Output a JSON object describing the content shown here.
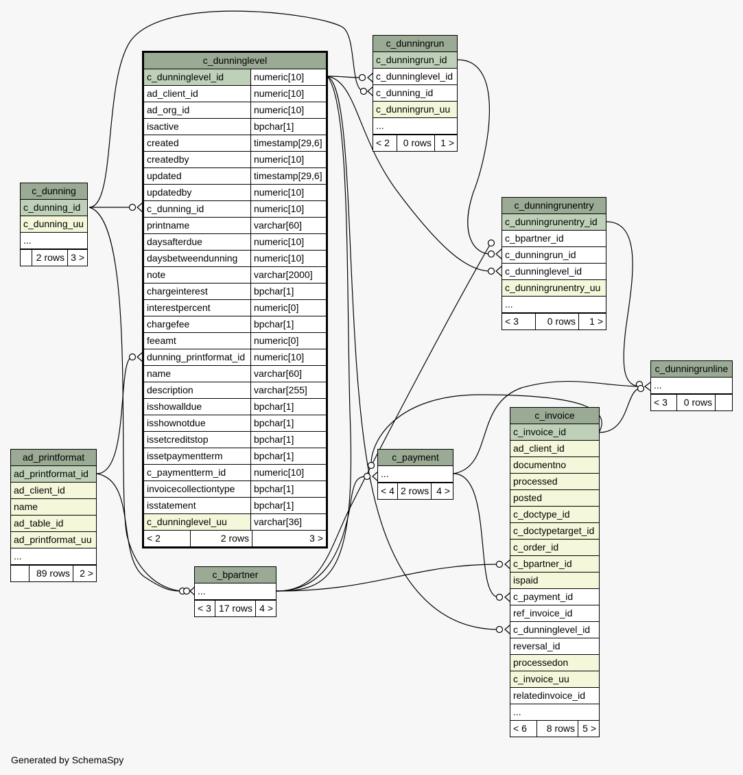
{
  "diagram_footer": "Generated by SchemaSpy",
  "tables": {
    "c_dunninglevel": {
      "name": "c_dunninglevel",
      "columns": [
        {
          "name": "c_dunninglevel_id",
          "type": "numeric[10]"
        },
        {
          "name": "ad_client_id",
          "type": "numeric[10]"
        },
        {
          "name": "ad_org_id",
          "type": "numeric[10]"
        },
        {
          "name": "isactive",
          "type": "bpchar[1]"
        },
        {
          "name": "created",
          "type": "timestamp[29,6]"
        },
        {
          "name": "createdby",
          "type": "numeric[10]"
        },
        {
          "name": "updated",
          "type": "timestamp[29,6]"
        },
        {
          "name": "updatedby",
          "type": "numeric[10]"
        },
        {
          "name": "c_dunning_id",
          "type": "numeric[10]"
        },
        {
          "name": "printname",
          "type": "varchar[60]"
        },
        {
          "name": "daysafterdue",
          "type": "numeric[10]"
        },
        {
          "name": "daysbetweendunning",
          "type": "numeric[10]"
        },
        {
          "name": "note",
          "type": "varchar[2000]"
        },
        {
          "name": "chargeinterest",
          "type": "bpchar[1]"
        },
        {
          "name": "interestpercent",
          "type": "numeric[0]"
        },
        {
          "name": "chargefee",
          "type": "bpchar[1]"
        },
        {
          "name": "feeamt",
          "type": "numeric[0]"
        },
        {
          "name": "dunning_printformat_id",
          "type": "numeric[10]"
        },
        {
          "name": "name",
          "type": "varchar[60]"
        },
        {
          "name": "description",
          "type": "varchar[255]"
        },
        {
          "name": "isshowalldue",
          "type": "bpchar[1]"
        },
        {
          "name": "isshownotdue",
          "type": "bpchar[1]"
        },
        {
          "name": "issetcreditstop",
          "type": "bpchar[1]"
        },
        {
          "name": "issetpaymentterm",
          "type": "bpchar[1]"
        },
        {
          "name": "c_paymentterm_id",
          "type": "numeric[10]"
        },
        {
          "name": "invoicecollectiontype",
          "type": "bpchar[1]"
        },
        {
          "name": "isstatement",
          "type": "bpchar[1]"
        },
        {
          "name": "c_dunninglevel_uu",
          "type": "varchar[36]"
        }
      ],
      "footer": [
        "< 2",
        "2 rows",
        "3 >"
      ]
    },
    "c_dunningrun": {
      "name": "c_dunningrun",
      "columns": [
        "c_dunningrun_id",
        "c_dunninglevel_id",
        "c_dunning_id",
        "c_dunningrun_uu",
        "..."
      ],
      "footer": [
        "< 2",
        "0 rows",
        "1 >"
      ]
    },
    "c_dunning": {
      "name": "c_dunning",
      "columns": [
        "c_dunning_id",
        "c_dunning_uu",
        "..."
      ],
      "footer": [
        "",
        "2 rows",
        "3 >"
      ]
    },
    "c_dunningrunentry": {
      "name": "c_dunningrunentry",
      "columns": [
        "c_dunningrunentry_id",
        "c_bpartner_id",
        "c_dunningrun_id",
        "c_dunninglevel_id",
        "c_dunningrunentry_uu",
        "..."
      ],
      "footer": [
        "< 3",
        "0 rows",
        "1 >"
      ]
    },
    "c_dunningrunline": {
      "name": "c_dunningrunline",
      "columns": [
        "..."
      ],
      "footer": [
        "< 3",
        "0 rows",
        ""
      ]
    },
    "ad_printformat": {
      "name": "ad_printformat",
      "columns": [
        "ad_printformat_id",
        "ad_client_id",
        "name",
        "ad_table_id",
        "ad_printformat_uu",
        "..."
      ],
      "footer": [
        "",
        "89 rows",
        "2 >"
      ]
    },
    "c_payment": {
      "name": "c_payment",
      "columns": [
        "..."
      ],
      "footer": [
        "< 4",
        "2 rows",
        "4 >"
      ]
    },
    "c_invoice": {
      "name": "c_invoice",
      "columns": [
        "c_invoice_id",
        "ad_client_id",
        "documentno",
        "processed",
        "posted",
        "c_doctype_id",
        "c_doctypetarget_id",
        "c_order_id",
        "c_bpartner_id",
        "ispaid",
        "c_payment_id",
        "ref_invoice_id",
        "c_dunninglevel_id",
        "reversal_id",
        "processedon",
        "c_invoice_uu",
        "relatedinvoice_id",
        "..."
      ],
      "footer": [
        "< 6",
        "8 rows",
        "5 >"
      ]
    },
    "c_bpartner": {
      "name": "c_bpartner",
      "columns": [
        "..."
      ],
      "footer": [
        "< 3",
        "17 rows",
        "4 >"
      ]
    }
  },
  "colors": {
    "header": "#9aaa94",
    "primary_key": "#bfd0b9",
    "indexed": "#f4f7da",
    "background": "#f7f7f7"
  }
}
